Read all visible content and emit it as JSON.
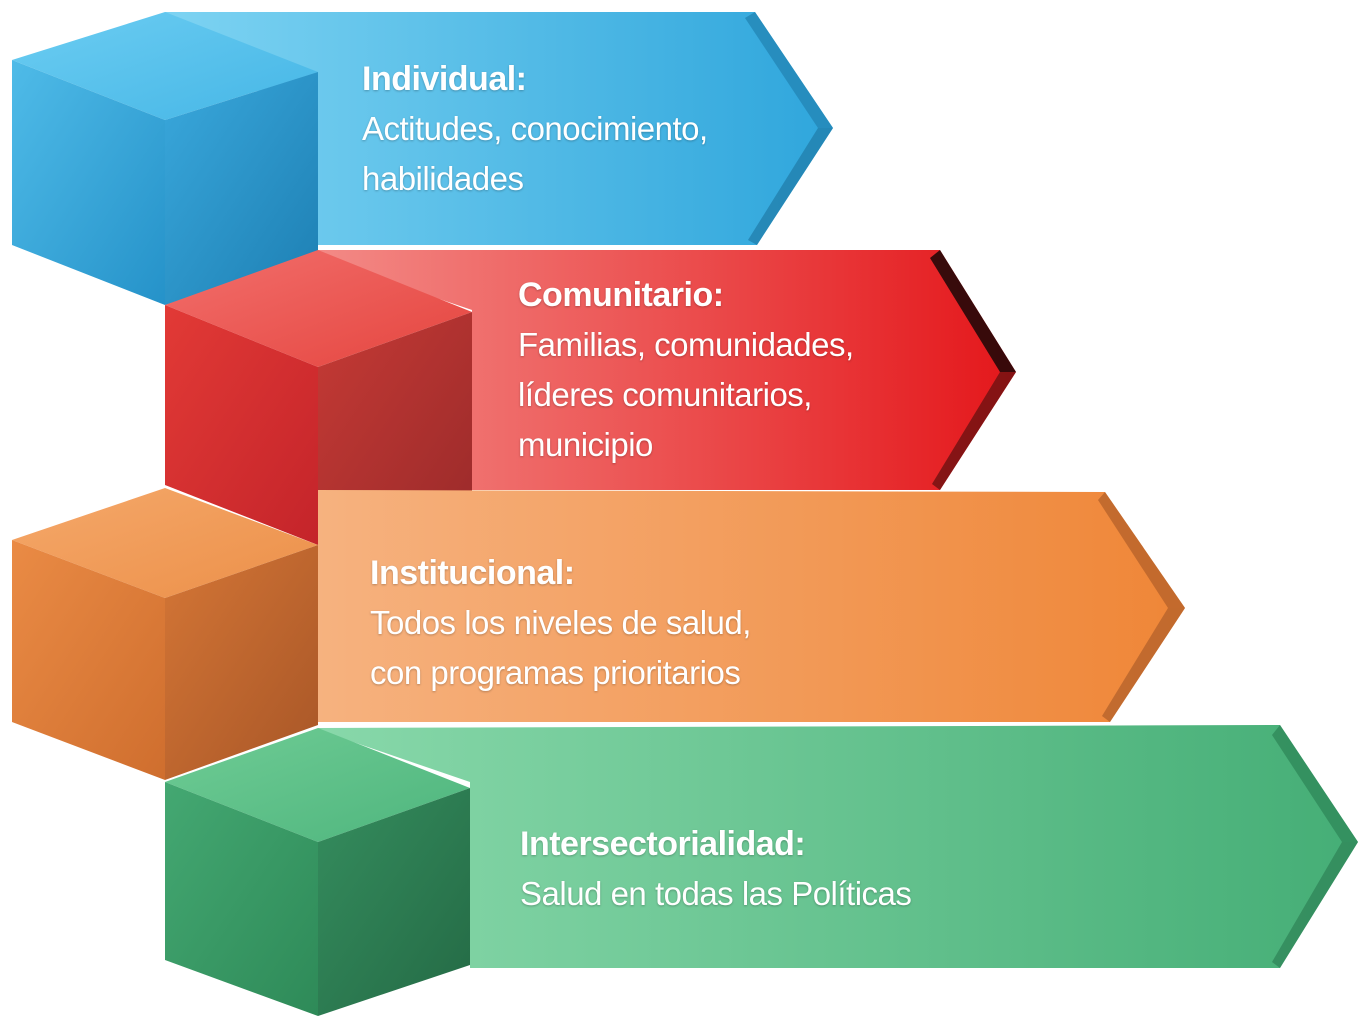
{
  "levels": [
    {
      "id": "individual",
      "title": "Individual:",
      "lines": [
        "Actitudes, conocimiento,",
        "habilidades"
      ],
      "color": "#3fb4e3"
    },
    {
      "id": "comunitario",
      "title": "Comunitario:",
      "lines": [
        "Familias, comunidades,",
        "líderes comunitarios,",
        "municipio"
      ],
      "color": "#e0282a"
    },
    {
      "id": "institucional",
      "title": "Institucional:",
      "lines": [
        "Todos los niveles de salud,",
        "con programas prioritarios"
      ],
      "color": "#ef8a3f"
    },
    {
      "id": "intersectorialidad",
      "title": "Intersectorialidad:",
      "lines": [
        "Salud en todas las Políticas"
      ],
      "color": "#4fb57c"
    }
  ]
}
